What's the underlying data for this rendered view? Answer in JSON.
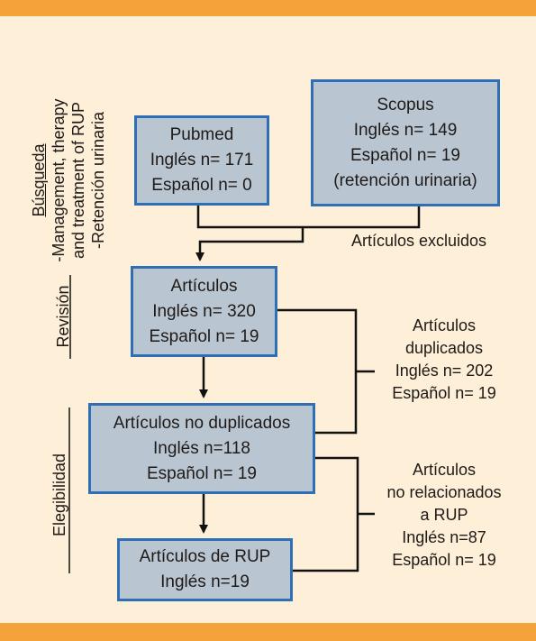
{
  "side_labels": {
    "search": {
      "title": "Búsqueda",
      "lines": [
        "-Management, therapy",
        "and treatment of RUP",
        "-Retención urinaria"
      ]
    },
    "review": "Revisión",
    "eligibility": "Elegibilidad"
  },
  "boxes": {
    "pubmed": [
      "Pubmed",
      "Inglés n= 171",
      "Español n= 0"
    ],
    "scopus": [
      "Scopus",
      "Inglés n= 149",
      "Español n= 19",
      "(retención urinaria)"
    ],
    "articulos": [
      "Artículos",
      "Inglés n= 320",
      "Español n= 19"
    ],
    "no_duplicados": [
      "Artículos no duplicados",
      "Inglés n=118",
      "Español n= 19"
    ],
    "rup": [
      "Artículos de RUP",
      "Inglés n=19"
    ]
  },
  "notes": {
    "excluidos": [
      "Artículos excluidos"
    ],
    "duplicados": [
      "Artículos",
      "duplicados",
      "Inglés n= 202",
      "Español n= 19"
    ],
    "no_relacionados": [
      "Artículos",
      "no relacionados",
      "a RUP",
      "Inglés n=87",
      "Español n= 19"
    ]
  },
  "colors": {
    "accent_bar": "#f4a33a",
    "background": "#fdefd8",
    "box_fill": "#b9c6d2",
    "box_border": "#2f6fb5",
    "lines": "#111111"
  }
}
